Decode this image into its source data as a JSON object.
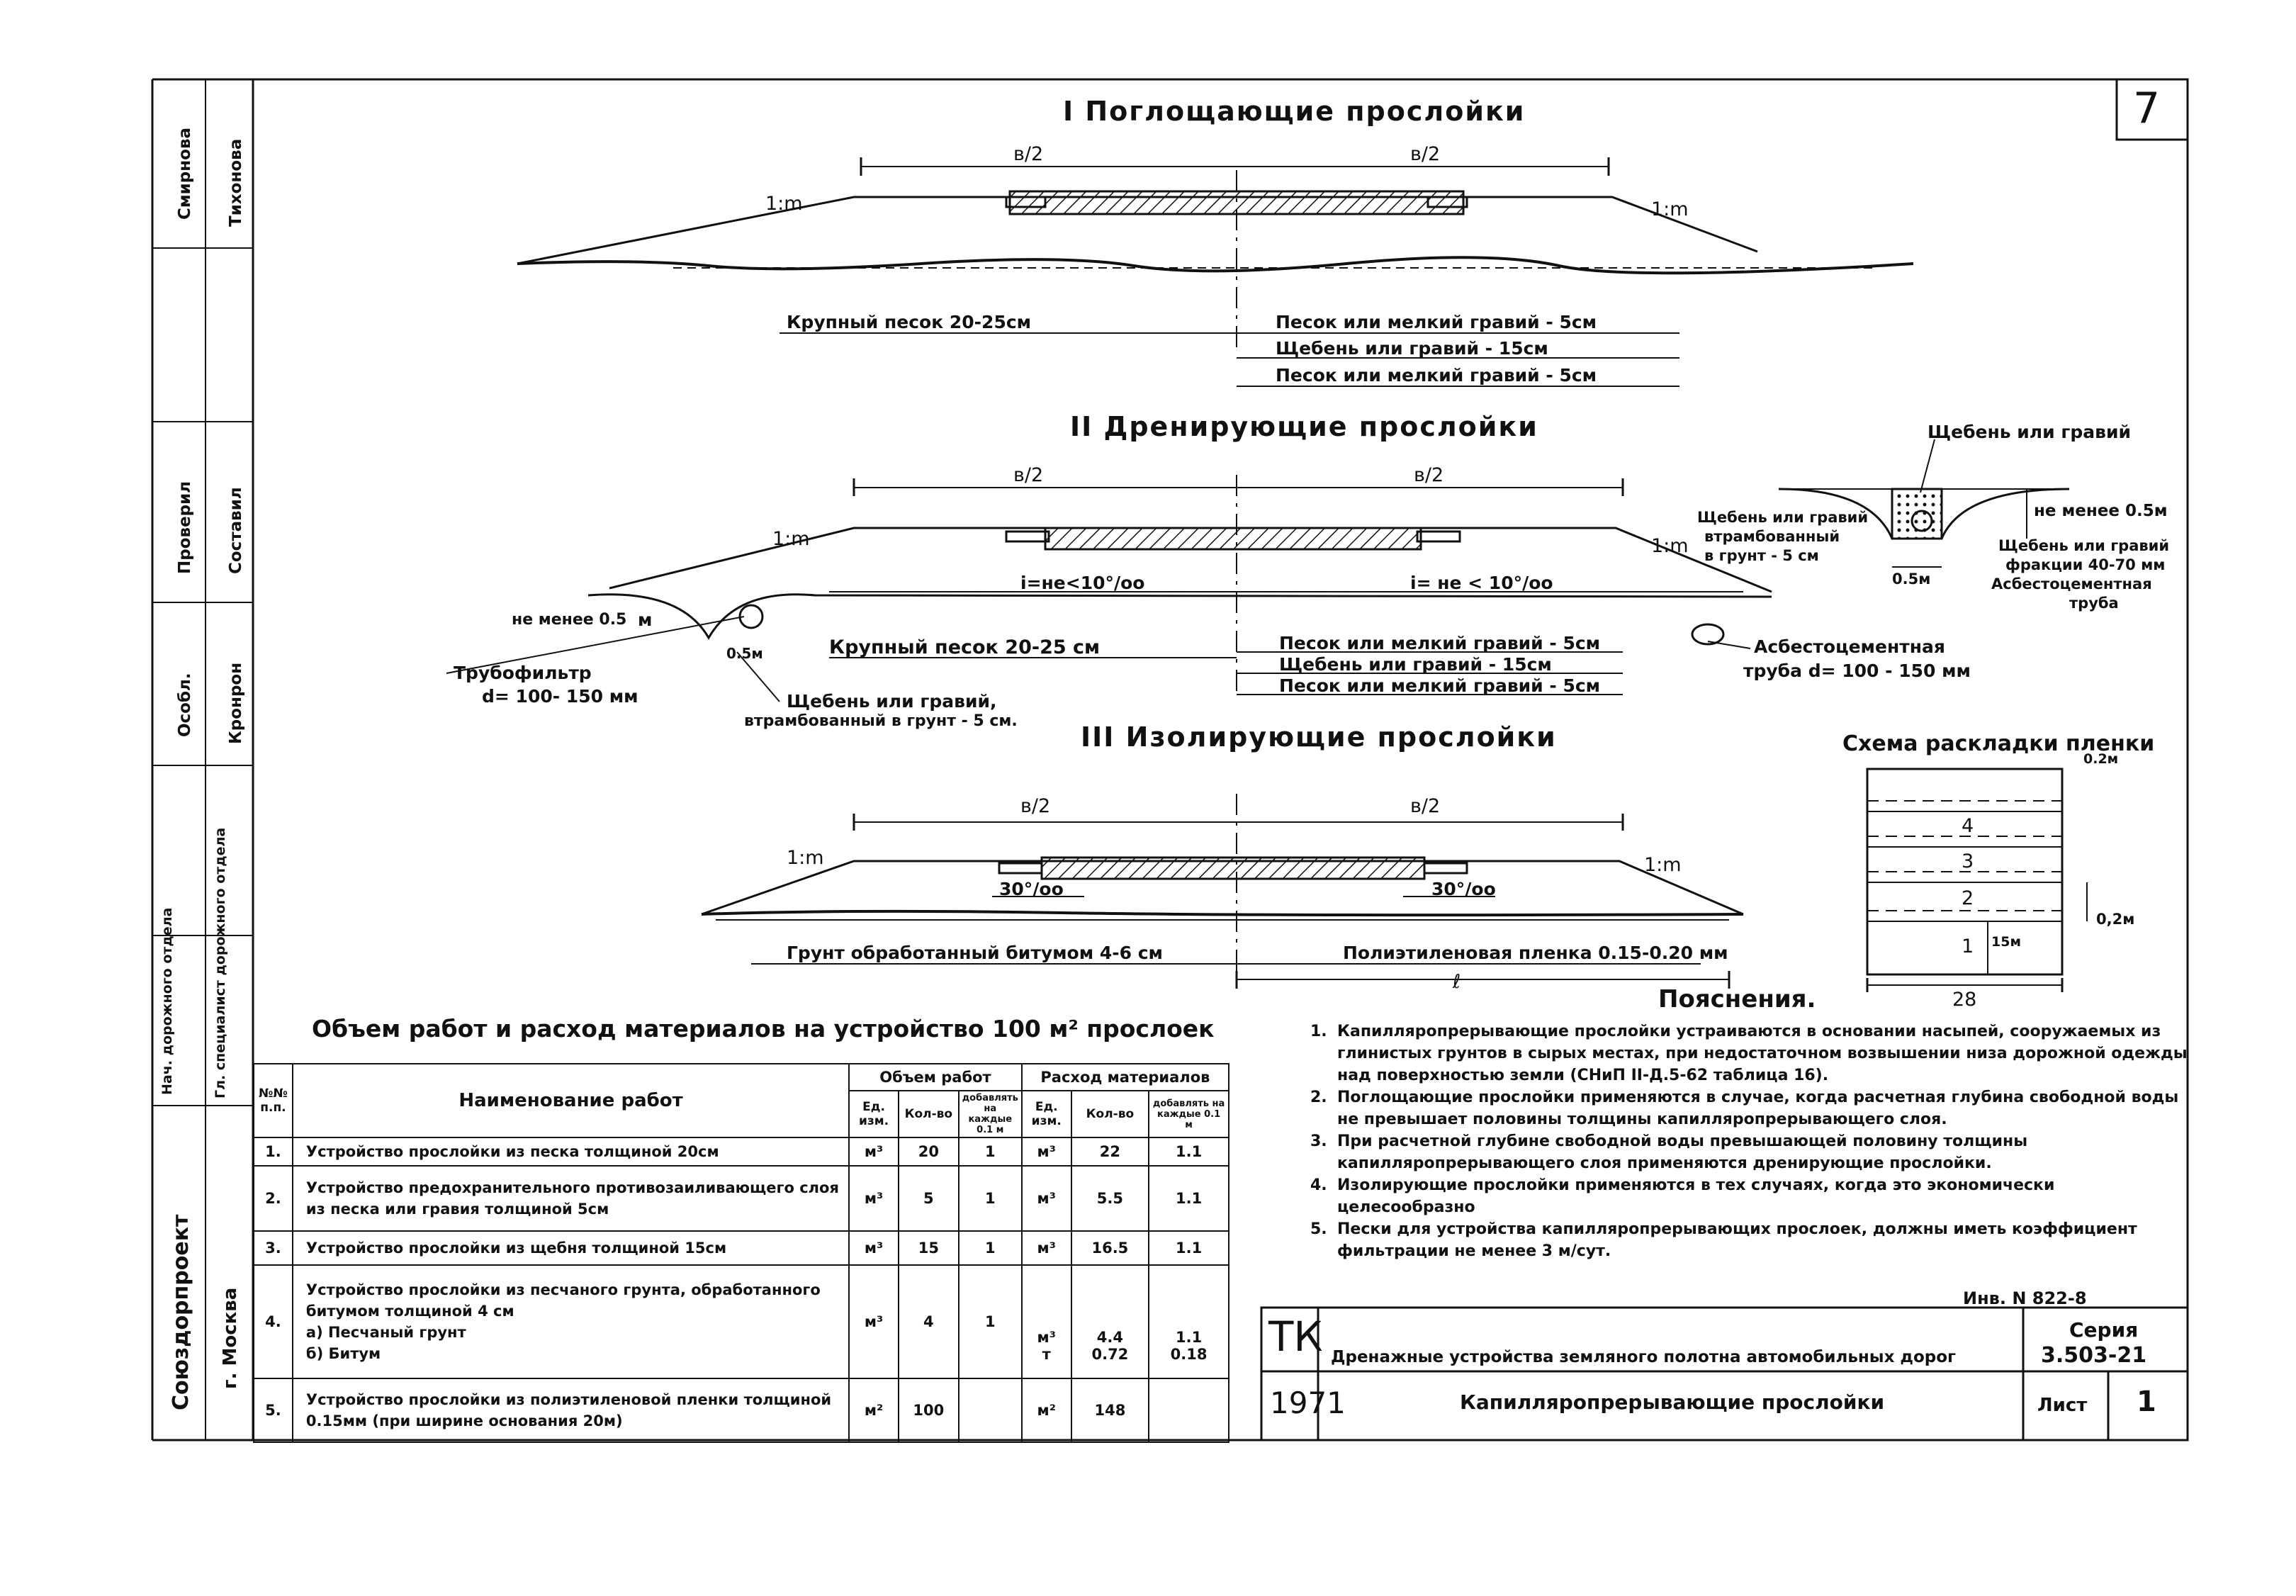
{
  "sheet_number_box": "7",
  "sections": {
    "s1": {
      "title": "I  Поглощающие  прослойки",
      "half_left": "в/2",
      "half_right": "в/2",
      "slope_left": "1:m",
      "slope_right": "1:m",
      "layer_left": "Крупный песок 20-25см",
      "layers_right": [
        "Песок  или мелкий гравий - 5см",
        "Щебень  или  гравий   - 15см",
        "Песок  или  мелкий  гравий - 5см"
      ]
    },
    "s2": {
      "title": "II  Дренирующие  прослойки",
      "half_left": "в/2",
      "half_right": "в/2",
      "slope_left": "1:m",
      "slope_right": "1:m",
      "slope_note_left": "i=не<10°/оо",
      "slope_note_right": "i= не < 10°/оо",
      "min_left": "не менее 0.5",
      "m_mark": "м",
      "width_left": "0.5м",
      "layer_left": "Крупный песок 20-25 см",
      "layers_right": [
        "Песок или мелкий гравий - 5см",
        "Щебень  или  гравий   - 15см",
        "Песок  или  мелкий гравий - 5см"
      ],
      "pipe_filter": "Трубофильтр",
      "pipe_filter_d": "d= 100- 150 мм",
      "gravel_note_1": "Щебень или гравий,",
      "gravel_note_2": "втрамбованный в грунт - 5 см.",
      "asb_pipe_1": "Асбестоцементная",
      "asb_pipe_2": "труба   d= 100 - 150 мм"
    },
    "detail": {
      "top": "Щебень или гравий",
      "min": "не менее 0.5м",
      "left_1": "Щебень или гравий",
      "left_2": "втрамбованный",
      "left_3": "в грунт  - 5 см",
      "bottom": "0.5м",
      "right_1": "Щебень или гравий",
      "right_2": "фракции 40-70 мм",
      "right_3": "Асбестоцементная",
      "right_4": "труба"
    },
    "s3": {
      "title": "III  Изолирующие  прослойки",
      "half_left": "в/2",
      "half_right": "в/2",
      "slope_left": "1:m",
      "slope_right": "1:m",
      "grade_left": "30°/оо",
      "grade_right": "30°/оо",
      "layer_left": "Грунт обработанный битумом 4-6 см",
      "layer_right": "Полиэтиленовая пленка 0.15-0.20 мм",
      "width_l": "ℓ"
    },
    "film": {
      "title": "Схема раскладки пленки",
      "overlap": "0.2м",
      "gap": "0,2м",
      "strips": [
        "4",
        "3",
        "2",
        "1"
      ],
      "strip_w": "15м",
      "total": "28"
    }
  },
  "table": {
    "title": "Объем работ и расход материалов на устройство  100 м² прослоек",
    "h_num": "№№ п.п.",
    "h_name": "Наименование работ",
    "h_vol": "Объем работ",
    "h_mat": "Расход материалов",
    "h_unit": "Ед. изм.",
    "h_qty": "Кол-во",
    "h_add": "добавлять на каждые 0.1 м",
    "rows": [
      {
        "n": "1.",
        "name": "Устройство прослойки из песка толщиной 20см",
        "u1": "м³",
        "q1": "20",
        "a1": "1",
        "u2": "м³",
        "q2": "22",
        "a2": "1.1"
      },
      {
        "n": "2.",
        "name": "Устройство предохранительного противозаиливающего слоя из песка или гравия толщиной 5см",
        "u1": "м³",
        "q1": "5",
        "a1": "1",
        "u2": "м³",
        "q2": "5.5",
        "a2": "1.1"
      },
      {
        "n": "3.",
        "name": "Устройство прослойки из щебня толщиной 15см",
        "u1": "м³",
        "q1": "15",
        "a1": "1",
        "u2": "м³",
        "q2": "16.5",
        "a2": "1.1"
      },
      {
        "n": "4.",
        "name": "Устройство прослойки из песчаного грунта, обработанного битумом толщиной 4 см",
        "sub1": "а) Песчаный грунт",
        "sub2": "б) Битум",
        "u1": "м³",
        "q1": "4",
        "a1": "1",
        "u2": "м³",
        "u2b": "т",
        "q2": "4.4",
        "q2b": "0.72",
        "a2": "1.1",
        "a2b": "0.18"
      },
      {
        "n": "5.",
        "name": "Устройство прослойки из полиэтиленовой пленки толщиной 0.15мм (при ширине основания 20м)",
        "u1": "м²",
        "q1": "100",
        "a1": "",
        "u2": "м²",
        "q2": "148",
        "a2": ""
      }
    ]
  },
  "notes": {
    "title": "Пояснения.",
    "items": [
      {
        "n": "1.",
        "text": "Капилляропрерывающие прослойки устраиваются в основании насыпей, сооружаемых из глинистых грунтов в сырых местах, при недостаточном возвышении низа дорожной одежды над поверхностью земли (СНиП II-Д.5-62 таблица 16)."
      },
      {
        "n": "2.",
        "text": "Поглощающие прослойки применяются в случае, когда расчетная глубина свободной воды не превышает половины толщины капилляропрерывающего слоя."
      },
      {
        "n": "3.",
        "text": "При расчетной глубине свободной воды превышающей половину толщины капилляропрерывающего слоя применяются дренирующие прослойки."
      },
      {
        "n": "4.",
        "text": "Изолирующие прослойки применяются в тех случаях, когда это экономически целесообразно"
      },
      {
        "n": "5.",
        "text": "Пески для устройства капилляропрерывающих прослоек, должны иметь коэффициент фильтрации не менее 3 м/сут."
      }
    ]
  },
  "stamp": {
    "inv": "Инв. N 822-8",
    "code": "ТК",
    "year": "1971",
    "project": "Дренажные устройства земляного полотна автомобильных дорог",
    "series_label": "Серия",
    "series": "3.503-21",
    "sheet_title": "Капилляропрерывающие прослойки",
    "sheet_label": "Лист",
    "sheet": "1"
  },
  "side": {
    "org": "Союздорпроект",
    "city": "г. Москва",
    "c1": "Нач. дорожного отдела",
    "c2": "Гл. специалист дорожного отдела",
    "role1": "Проверил",
    "role2": "Составил",
    "n1": "Смирнова",
    "n2": "Тихонова",
    "n3": "Кронрон",
    "n4": "Особл."
  }
}
